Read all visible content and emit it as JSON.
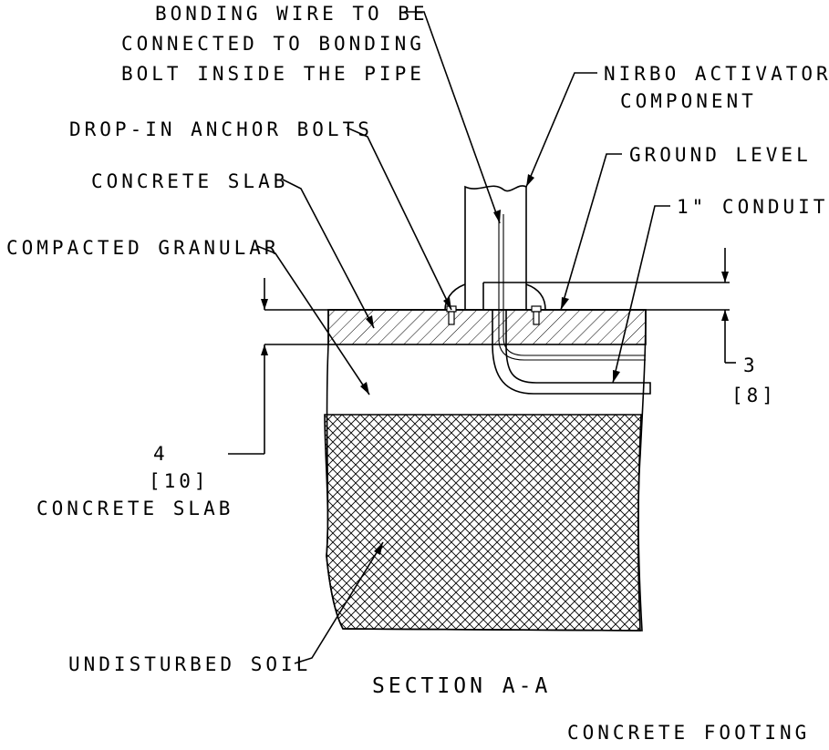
{
  "labels": {
    "bonding_wire": [
      "BONDING WIRE TO BE",
      "CONNECTED TO BONDING",
      "BOLT INSIDE THE PIPE"
    ],
    "activator": [
      "NIRBO ACTIVATOR",
      "COMPONENT"
    ],
    "anchor_bolts": "DROP-IN ANCHOR BOLTS",
    "ground_level": "GROUND LEVEL",
    "concrete_slab_top": "CONCRETE SLAB",
    "conduit": "1\" CONDUIT",
    "compacted_granular": "COMPACTED GRANULAR",
    "dim_right_value": "3",
    "dim_right_metric": "[8]",
    "dim_left_value": "4",
    "dim_left_metric": "[10]",
    "dim_left_caption": "CONCRETE SLAB",
    "undisturbed_soil": "UNDISTURBED SOIL",
    "section_title": "SECTION  A-A",
    "footing_title": "CONCRETE FOOTING"
  }
}
